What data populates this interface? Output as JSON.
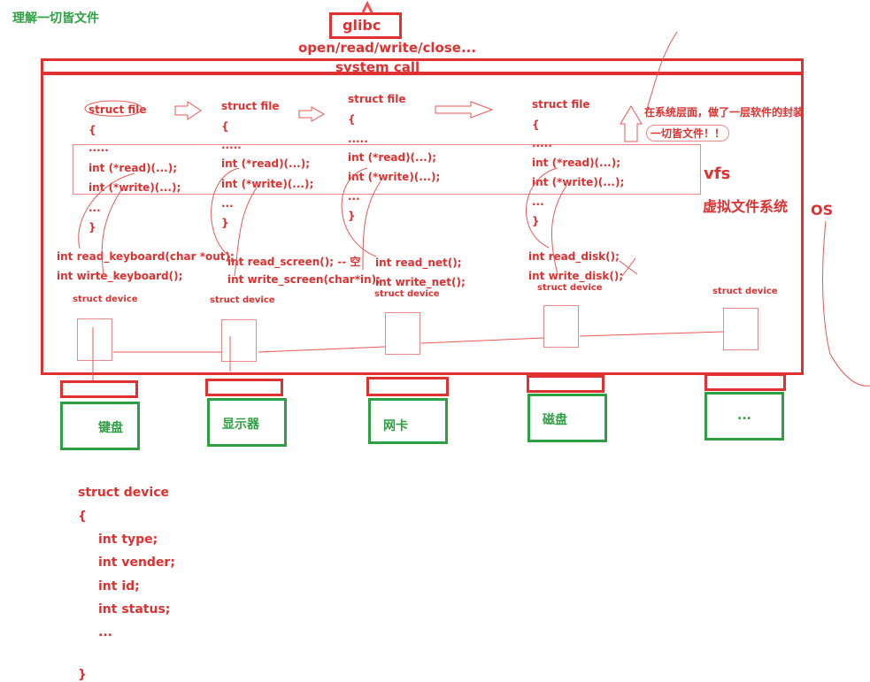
{
  "title": "理解一切皆文件",
  "glibc": "glibc",
  "syscalls": "open/read/write/close...",
  "system_call": "system call",
  "files": [
    {
      "head": "struct file",
      "open": "{",
      "dots": ".....",
      "read": "int (*read)(...);",
      "write": "int (*write)(...);",
      "etc": "...",
      "close": "}"
    },
    {
      "head": "struct file",
      "open": "{",
      "dots": ".....",
      "read": "int (*read)(...);",
      "write": "int (*write)(...);",
      "etc": "...",
      "close": "}"
    },
    {
      "head": "struct file",
      "open": "{",
      "dots": ".....",
      "read": "int (*read)(...);",
      "write": "int (*write)(...);",
      "etc": "...",
      "close": "}"
    },
    {
      "head": "struct file",
      "open": "{",
      "dots": ".....",
      "read": "int (*read)(...);",
      "write": "int (*write)(...);",
      "etc": "...",
      "close": "}"
    }
  ],
  "note1": "在系统层面，做了一层软件的封装",
  "note2": "一切皆文件！！",
  "vfs": "vfs",
  "vfs_cn": "虚拟文件系统",
  "os": "OS",
  "drivers": [
    {
      "read": "int read_keyboard(char *out);",
      "write": "int wirte_keyboard();"
    },
    {
      "read": "int read_screen(); -- 空",
      "write": "int write_screen(char*in);"
    },
    {
      "read": "int read_net();",
      "write": "int write_net();"
    },
    {
      "read": "int read_disk();",
      "write": "int write_disk();"
    }
  ],
  "struct_device": "struct device",
  "hardware": [
    "键盘",
    "显示器",
    "网卡",
    "磁盘",
    "..."
  ],
  "device_def": [
    "struct device",
    "{",
    "int type;",
    "int vender;",
    "int id;",
    "int status;",
    "...",
    "}"
  ]
}
